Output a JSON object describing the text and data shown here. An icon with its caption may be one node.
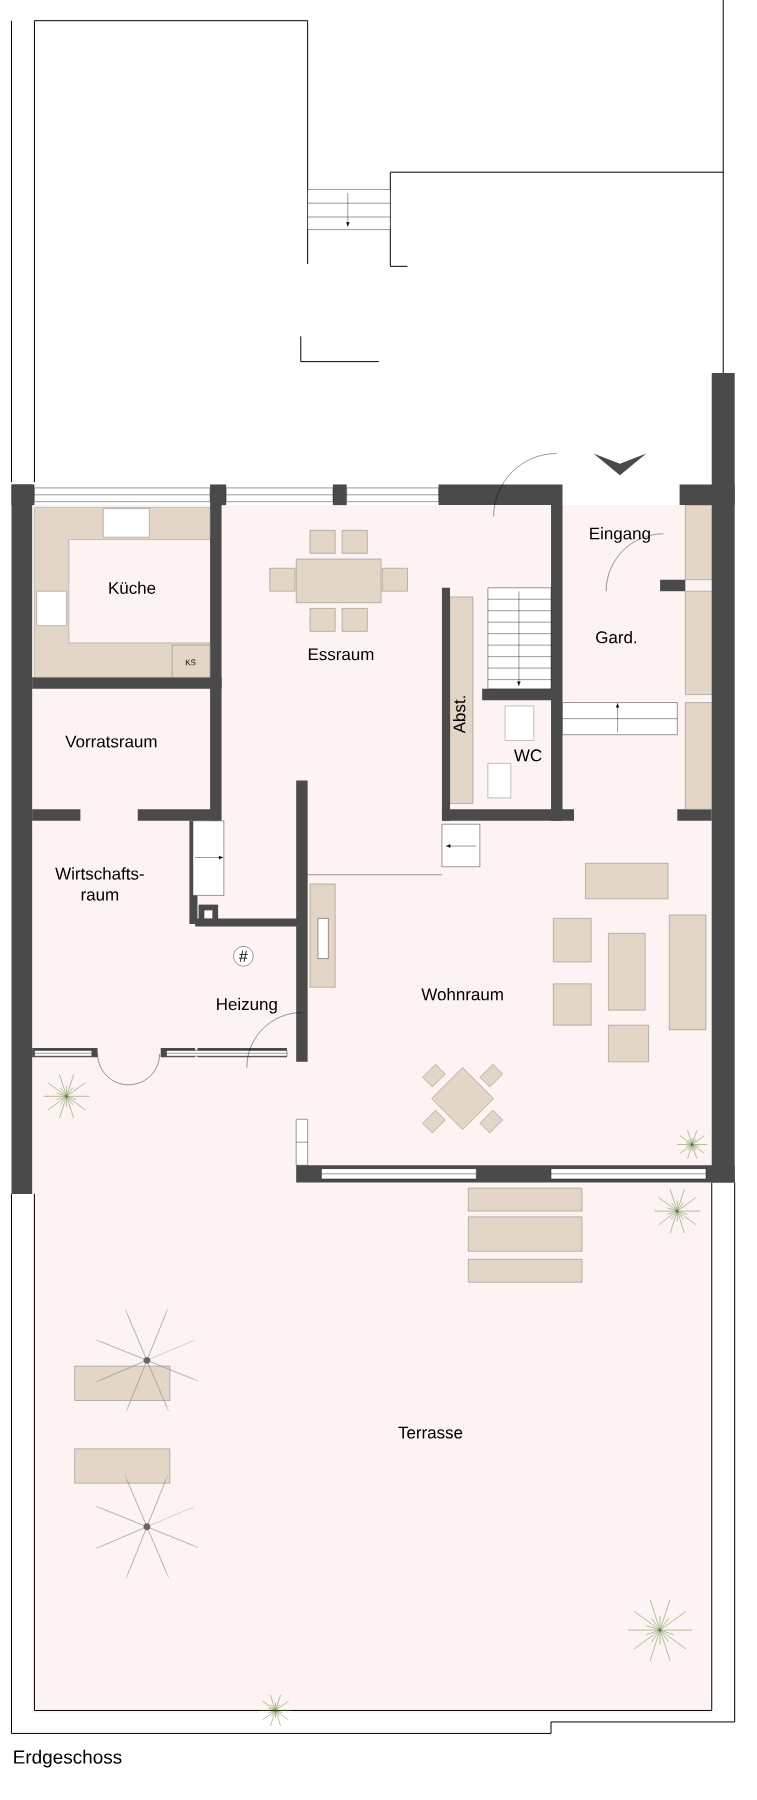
{
  "diagram": {
    "caption": "Erdgeschoss",
    "labels": [
      "Eingang",
      "Küche",
      "Gard.",
      "Essraum",
      "KS",
      "Abst.",
      "Vorratsraum",
      "WC",
      "Wirtschafts- raum",
      "#",
      "Wohnraum",
      "Heizung",
      "Terrasse"
    ]
  }
}
